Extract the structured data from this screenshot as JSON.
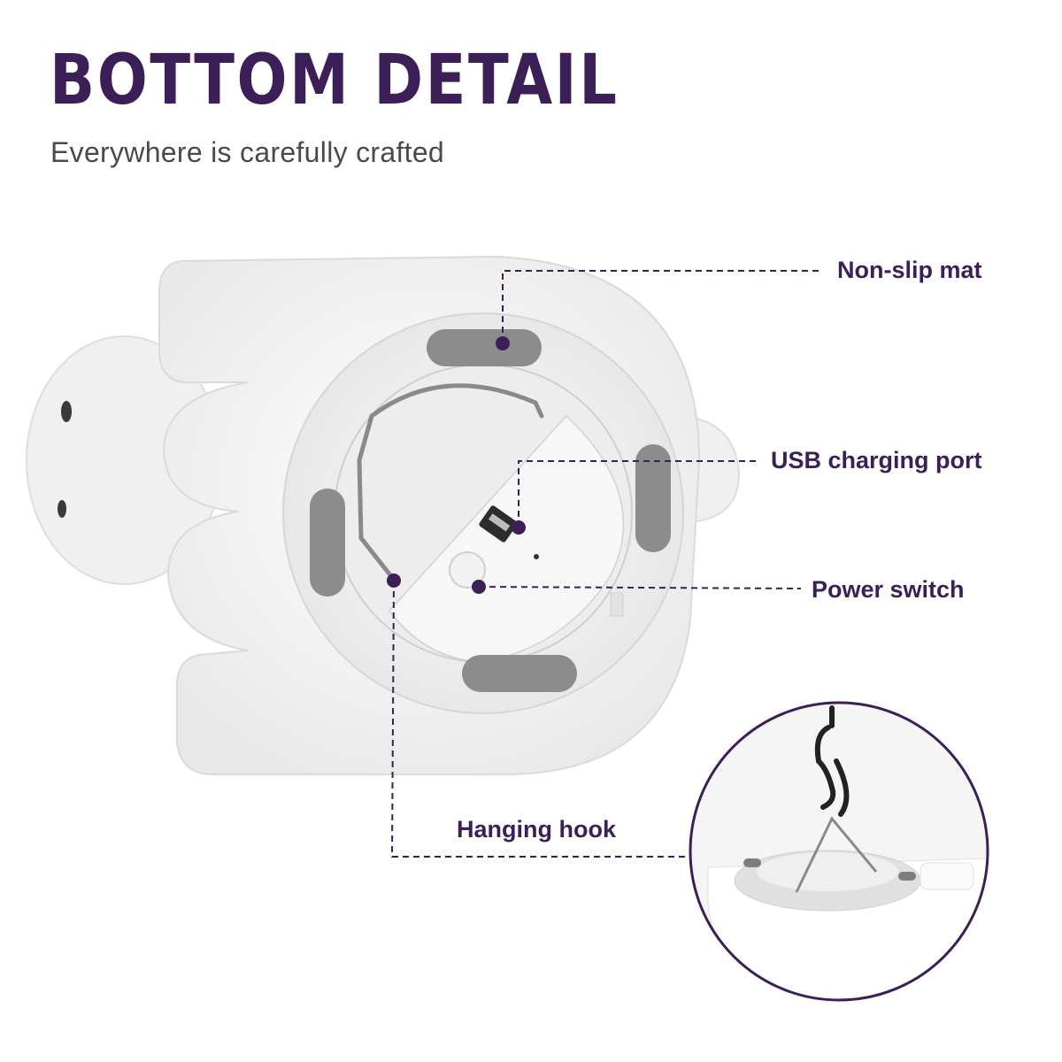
{
  "header": {
    "title": "BOTTOM DETAIL",
    "subtitle": "Everywhere is carefully crafted"
  },
  "callouts": {
    "non_slip_mat": "Non-slip mat",
    "usb_port": "USB charging port",
    "power_switch": "Power switch",
    "hanging_hook": "Hanging hook"
  },
  "colors": {
    "accent": "#3d1f57",
    "body": "#f6f6f6",
    "pad": "#8c8c8c"
  }
}
